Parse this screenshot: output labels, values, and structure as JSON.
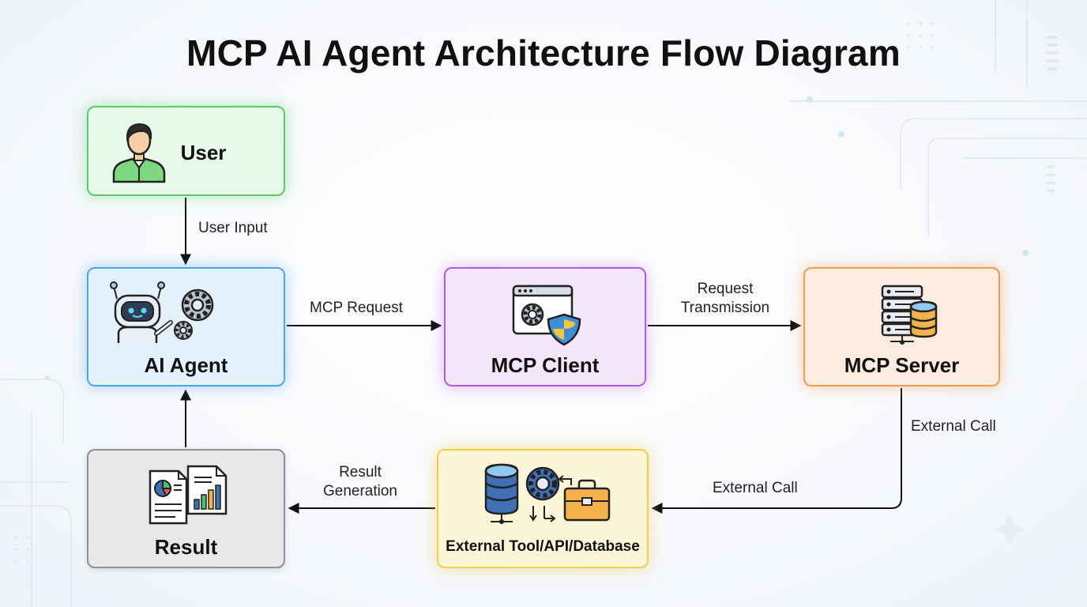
{
  "title": "MCP AI Agent Architecture Flow Diagram",
  "nodes": {
    "user": {
      "label": "User",
      "icon": "user-avatar-icon",
      "color": "#5ccb6b"
    },
    "agent": {
      "label": "AI Agent",
      "icon": "robot-gears-icon",
      "color": "#4aa8e8"
    },
    "client": {
      "label": "MCP Client",
      "icon": "browser-shield-icon",
      "color": "#b05fe0"
    },
    "server": {
      "label": "MCP Server",
      "icon": "server-database-icon",
      "color": "#f29a4e"
    },
    "tool": {
      "label": "External Tool/API/Database",
      "icon": "database-gear-toolbox-icon",
      "color": "#f0cf46"
    },
    "result": {
      "label": "Result",
      "icon": "report-charts-icon",
      "color": "#8d9096"
    }
  },
  "edges": [
    {
      "from": "user",
      "to": "agent",
      "label": "User Input"
    },
    {
      "from": "agent",
      "to": "client",
      "label": "MCP Request"
    },
    {
      "from": "client",
      "to": "server",
      "label_line1": "Request",
      "label_line2": "Transmission"
    },
    {
      "from": "server",
      "to": "tool",
      "label_a": "External Call",
      "label_b": "External Call"
    },
    {
      "from": "tool",
      "to": "result",
      "label_line1": "Result",
      "label_line2": "Generation"
    },
    {
      "from": "result",
      "to": "agent"
    }
  ]
}
